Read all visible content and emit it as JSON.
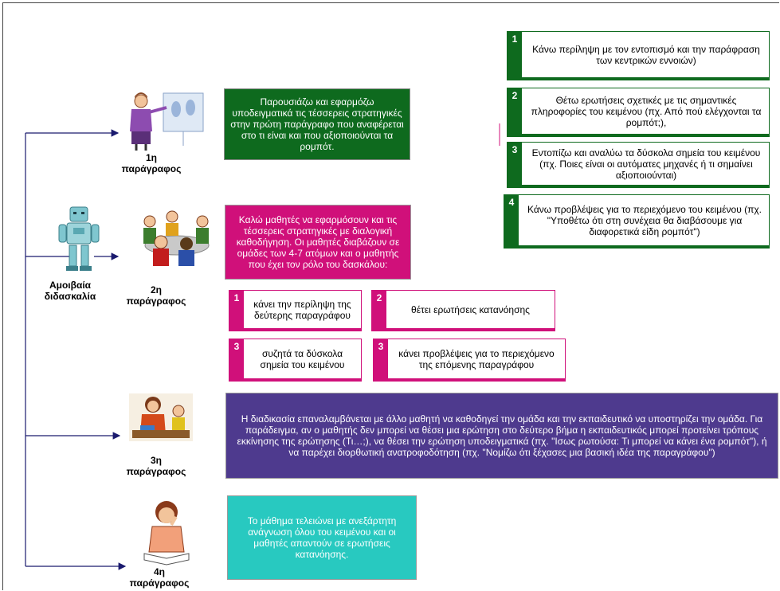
{
  "colors": {
    "green": "#0e6a1e",
    "magenta": "#d0107a",
    "purple": "#4e3a8e",
    "cyan": "#28c9c0",
    "navy": "#1a1a6e"
  },
  "root": {
    "label": "Αμοιβαία διδασκαλία",
    "icon": "robot-icon"
  },
  "steps": [
    {
      "label": "1η παράγραφος",
      "icon": "teacher-presenting-icon",
      "text": "Παρουσιάζω και εφαρμόζω υποδειγματικά τις τέσσερεις στρατηγικές στην πρώτη παράγραφο που αναφέρεται στο τι είναι και που αξιοποιούνται τα ρομπότ.",
      "substeps": [
        {
          "num": "1",
          "text": "Κάνω περίληψη με τον εντοπισμό και την παράφραση των κεντρικών εννοιών)"
        },
        {
          "num": "2",
          "text": "Θέτω ερωτήσεις σχετικές με τις σημαντικές πληροφορίες του κειμένου (πχ. Από πού ελέγχονται τα ρομπότ;),"
        },
        {
          "num": "3",
          "text": "Εντοπίζω και αναλύω τα δύσκολα σημεία του κειμένου (πχ. Ποιες είναι οι αυτόματες μηχανές ή τι σημαίνει αξιοποιούνται)"
        },
        {
          "num": "4",
          "text": "Κάνω προβλέψεις για το περιεχόμενο του κειμένου (πχ. \"Υποθέτω ότι στη συνέχεια θα διαβάσουμε για διαφορετικά είδη ρομπότ\")"
        }
      ]
    },
    {
      "label": "2η παράγραφος",
      "icon": "group-discussion-icon",
      "text": "Καλώ μαθητές να εφαρμόσουν και τις τέσσερεις στρατηγικές με διαλογική καθοδήγηση. Οι μαθητές διαβάζουν σε ομάδες των 4-7 ατόμων και ο μαθητής που έχει τον ρόλο του δασκάλου:",
      "substeps": [
        {
          "num": "1",
          "text": "κάνει την περίληψη της δεύτερης παραγράφου"
        },
        {
          "num": "2",
          "text": "θέτει ερωτήσεις κατανόησης"
        },
        {
          "num": "3",
          "text": "συζητά τα δύσκολα σημεία του κειμένου"
        },
        {
          "num": "3",
          "text": "κάνει προβλέψεις για το περιεχόμενο της επόμενης παραγράφου"
        }
      ]
    },
    {
      "label": "3η παράγραφος",
      "icon": "teacher-student-icon",
      "text": "Η διαδικασία επαναλαμβάνεται με άλλο μαθητή να καθοδηγεί την ομάδα και την εκπαιδευτικό να υποστηρίζει την ομάδα. Για παράδειγμα, αν ο μαθητής δεν μπορεί να θέσει μια ερώτηση στο δεύτερο βήμα η εκπαιδευτικός μπορεί προτείνει τρόπους εκκίνησης της ερώτησης (Τι…;), να θέσει την ερώτηση υποδειγματικά (πχ. \"Ισως ρωτούσα: Τι μπορεί να κάνει ένα ρομπότ\"), ή να παρέχει διορθωτική ανατροφοδότηση (πχ. \"Νομίζω ότι ξέχασες μια βασική ιδέα της παραγράφου\")"
    },
    {
      "label": "4η παράγραφος",
      "icon": "reading-student-icon",
      "text": "Το μάθημα τελειώνει με ανεξάρτητη ανάγνωση όλου του κειμένου και οι μαθητές απαντούν σε ερωτήσεις κατανόησης."
    }
  ]
}
